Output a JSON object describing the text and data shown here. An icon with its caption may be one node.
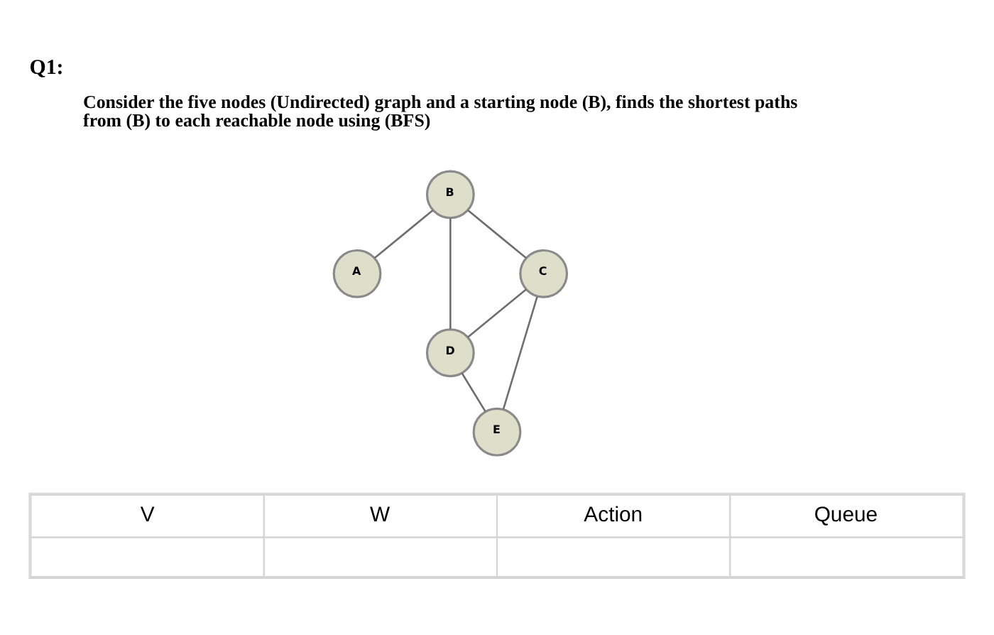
{
  "diagram": {
    "title": "Q1:",
    "nodes": [
      {
        "text": [
          "B"
        ]
      },
      {
        "text": [
          "A"
        ]
      },
      {
        "text": [
          "C"
        ]
      },
      {
        "text": [
          "D"
        ]
      },
      {
        "text": [
          "E"
        ]
      }
    ],
    "edges": [
      {
        "from": 0,
        "to": 1,
        "arrow": "none"
      },
      {
        "from": 0,
        "to": 2,
        "arrow": "none"
      },
      {
        "from": 0,
        "to": 3,
        "arrow": "none"
      },
      {
        "from": 2,
        "to": 3,
        "arrow": "none"
      },
      {
        "from": 2,
        "to": 4,
        "arrow": "none"
      },
      {
        "from": 3,
        "to": 4,
        "arrow": "none"
      }
    ],
    "labels": [
      "Consider the five nodes (Undirected) graph and a starting node (B), finds the shortest paths from (B) to each reachable node using (BFS)",
      "V",
      "W",
      "Action",
      "Queue"
    ]
  }
}
